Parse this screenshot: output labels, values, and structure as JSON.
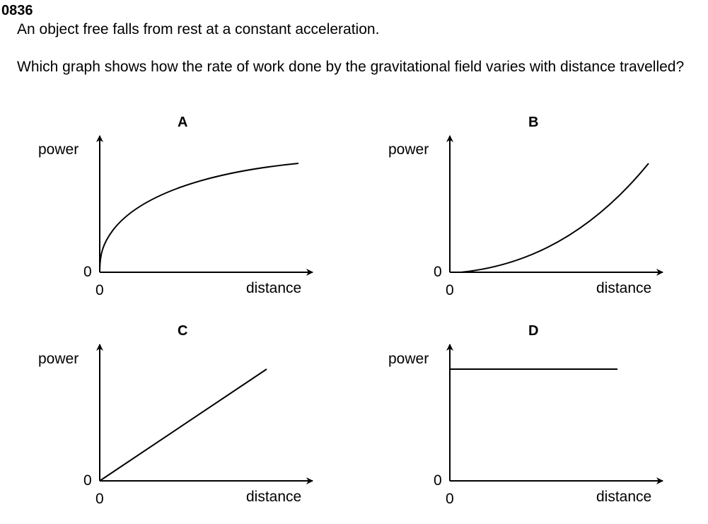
{
  "question_number": "0836",
  "stem": "An object free falls from rest at a constant acceleration.",
  "question": "Which graph shows how the rate of work done by the gravitational field varies with distance travelled?",
  "graphs": [
    {
      "label": "A",
      "y_axis": "power",
      "x_axis": "distance",
      "y_origin": "0",
      "x_origin": "0",
      "shape": "increasing, concave (square-root-like) from origin"
    },
    {
      "label": "B",
      "y_axis": "power",
      "x_axis": "distance",
      "y_origin": "0",
      "x_origin": "0",
      "shape": "increasing, convex (parabola-like) from origin"
    },
    {
      "label": "C",
      "y_axis": "power",
      "x_axis": "distance",
      "y_origin": "0",
      "x_origin": "0",
      "shape": "straight line through origin"
    },
    {
      "label": "D",
      "y_axis": "power",
      "x_axis": "distance",
      "y_origin": "0",
      "x_origin": "0",
      "shape": "horizontal constant line"
    }
  ]
}
